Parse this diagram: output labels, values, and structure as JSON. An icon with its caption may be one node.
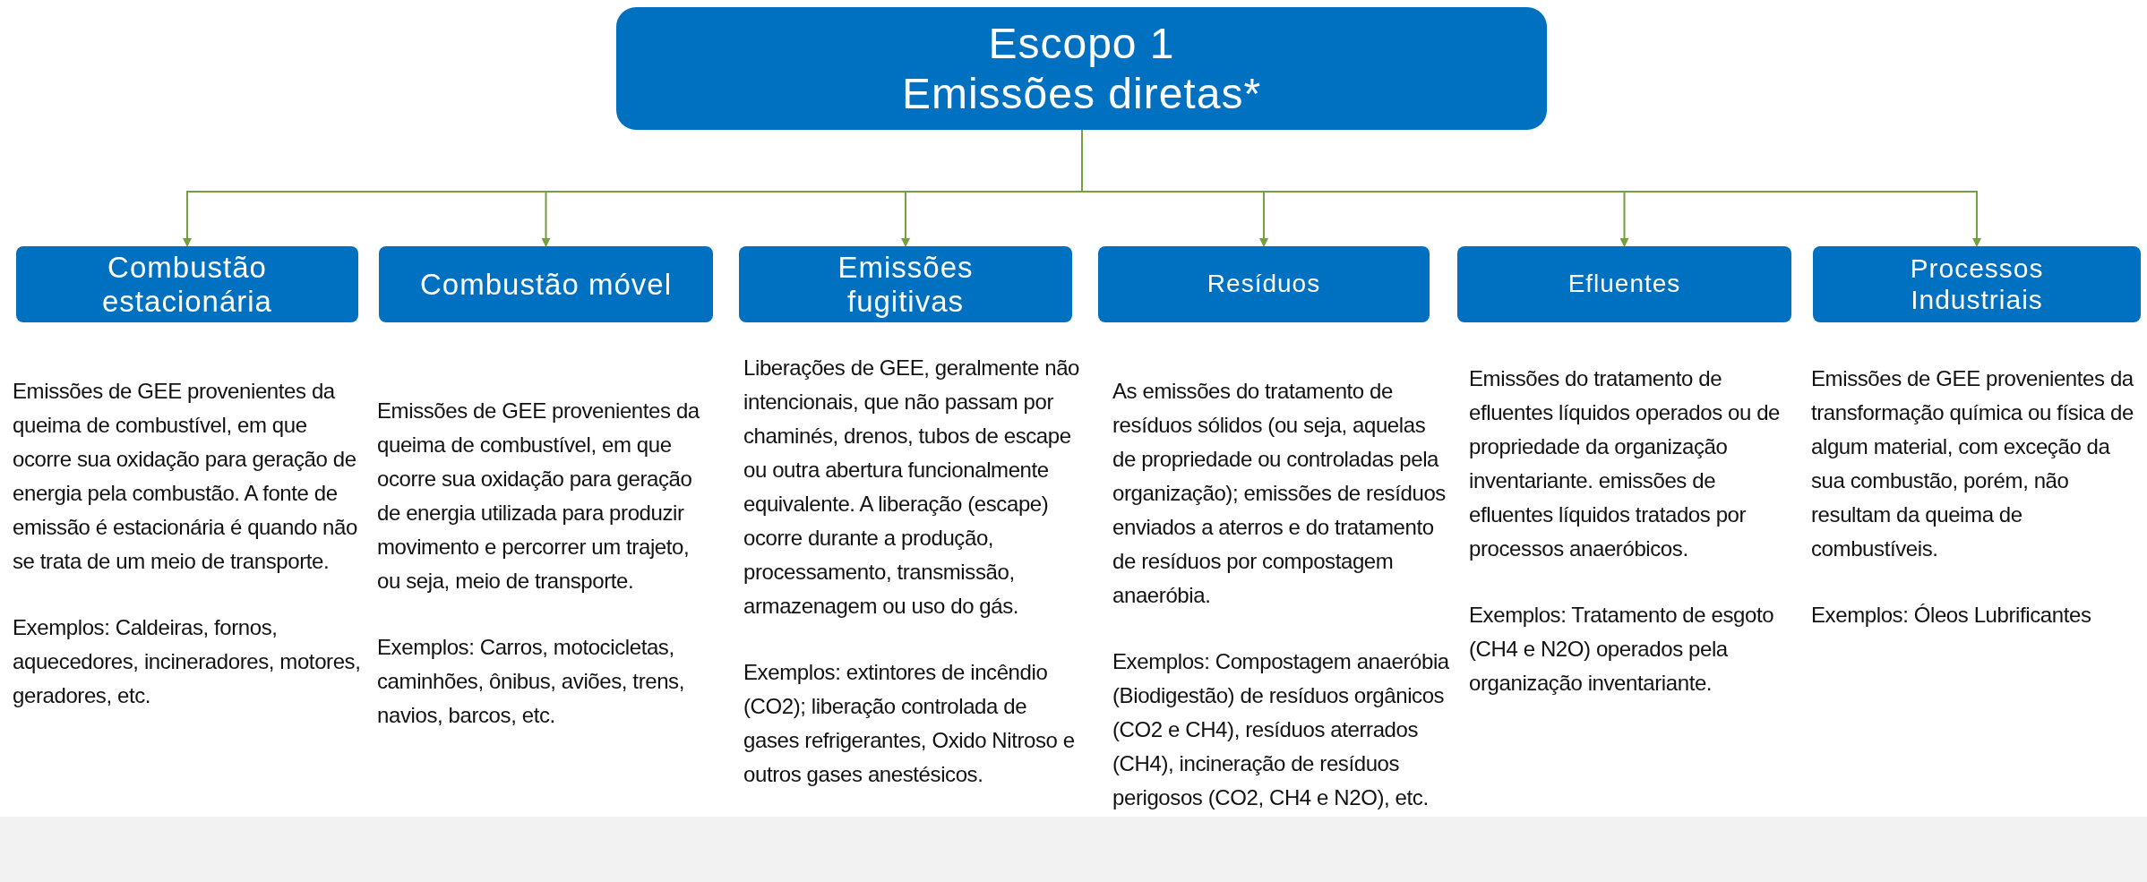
{
  "diagram": {
    "nodes": [
      {
        "text": [
          "Escopo 1",
          "Emissões diretas*"
        ]
      },
      {
        "text": [
          "Combustão estacionária"
        ],
        "beside": [
          "Emissões de GEE provenientes da queima de combustível, em que ocorre sua oxidação para geração de energia pela combustão. A fonte de emissão é estacionária é quando não se trata de um meio de transporte.",
          "Exemplos: Caldeiras, fornos, aquecedores, incineradores, motores, geradores, etc."
        ]
      },
      {
        "text": [
          "Combustão móvel"
        ],
        "beside": [
          "Emissões de GEE provenientes da queima de combustível, em que ocorre sua oxidação para geração de energia utilizada para produzir movimento e percorrer um trajeto, ou seja, meio de transporte.",
          "Exemplos: Carros, motocicletas, caminhões, ônibus, aviões, trens, navios, barcos, etc."
        ]
      },
      {
        "text": [
          "Emissões fugitivas"
        ],
        "beside": [
          "Liberações de GEE, geralmente não intencionais, que não passam por chaminés, drenos, tubos de escape ou outra abertura funcionalmente equivalente. A liberação (escape) ocorre durante a produção, processamento, transmissão, armazenagem ou uso do gás.",
          "Exemplos: extintores de incêndio (CO2); liberação controlada de gases refrigerantes, Oxido Nitroso e outros gases anestésicos."
        ]
      },
      {
        "text": [
          "Resíduos"
        ],
        "beside": [
          "As emissões do tratamento de resíduos sólidos (ou seja, aquelas de propriedade ou controladas pela organização); emissões de resíduos enviados a aterros e do tratamento de resíduos por compostagem anaeróbia.",
          "Exemplos: Compostagem anaeróbia (Biodigestão) de resíduos orgânicos (CO2 e CH4), resíduos aterrados (CH4), incineração de resíduos perigosos (CO2, CH4 e N2O), etc."
        ]
      },
      {
        "text": [
          "Efluentes"
        ],
        "beside": [
          "Emissões do tratamento de efluentes líquidos operados ou de propriedade da organização inventariante. emissões de efluentes líquidos tratados por processos anaeróbicos.",
          "Exemplos: Tratamento de esgoto (CH4 e N2O) operados pela organização inventariante."
        ]
      },
      {
        "text": [
          "Processos Industriais"
        ],
        "beside": [
          "Emissões de GEE provenientes da transformação química ou física de algum material, com exceção da sua combustão, porém, não resultam da queima de combustíveis.",
          "Exemplos: Óleos Lubrificantes"
        ]
      }
    ],
    "edges": [
      {
        "from": 0,
        "to": 1,
        "arrow": "to"
      },
      {
        "from": 0,
        "to": 2,
        "arrow": "to"
      },
      {
        "from": 0,
        "to": 3,
        "arrow": "to"
      },
      {
        "from": 0,
        "to": 4,
        "arrow": "to"
      },
      {
        "from": 0,
        "to": 5,
        "arrow": "to"
      },
      {
        "from": 0,
        "to": 6,
        "arrow": "to"
      }
    ]
  }
}
